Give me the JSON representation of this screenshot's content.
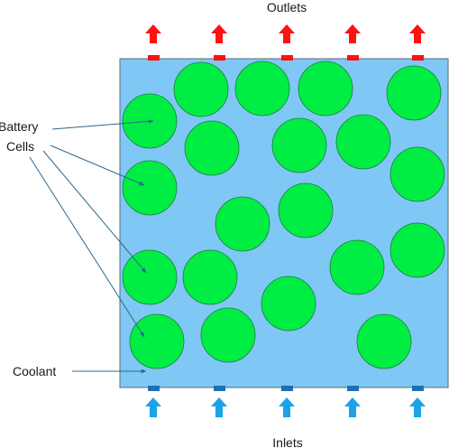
{
  "labels": {
    "outlets": "Outlets",
    "inlets": "Inlets",
    "battery_line1": "Battery",
    "battery_line2": "Cells",
    "coolant": "Coolant"
  },
  "colors": {
    "coolant_fill": "#7fc8f5",
    "cell_fill": "#00ee44",
    "outlet_arrow": "#ff1111",
    "inlet_arrow": "#1aa3e8",
    "inlet_port": "#1f6fb5",
    "pointer": "#2b6a8a"
  }
}
